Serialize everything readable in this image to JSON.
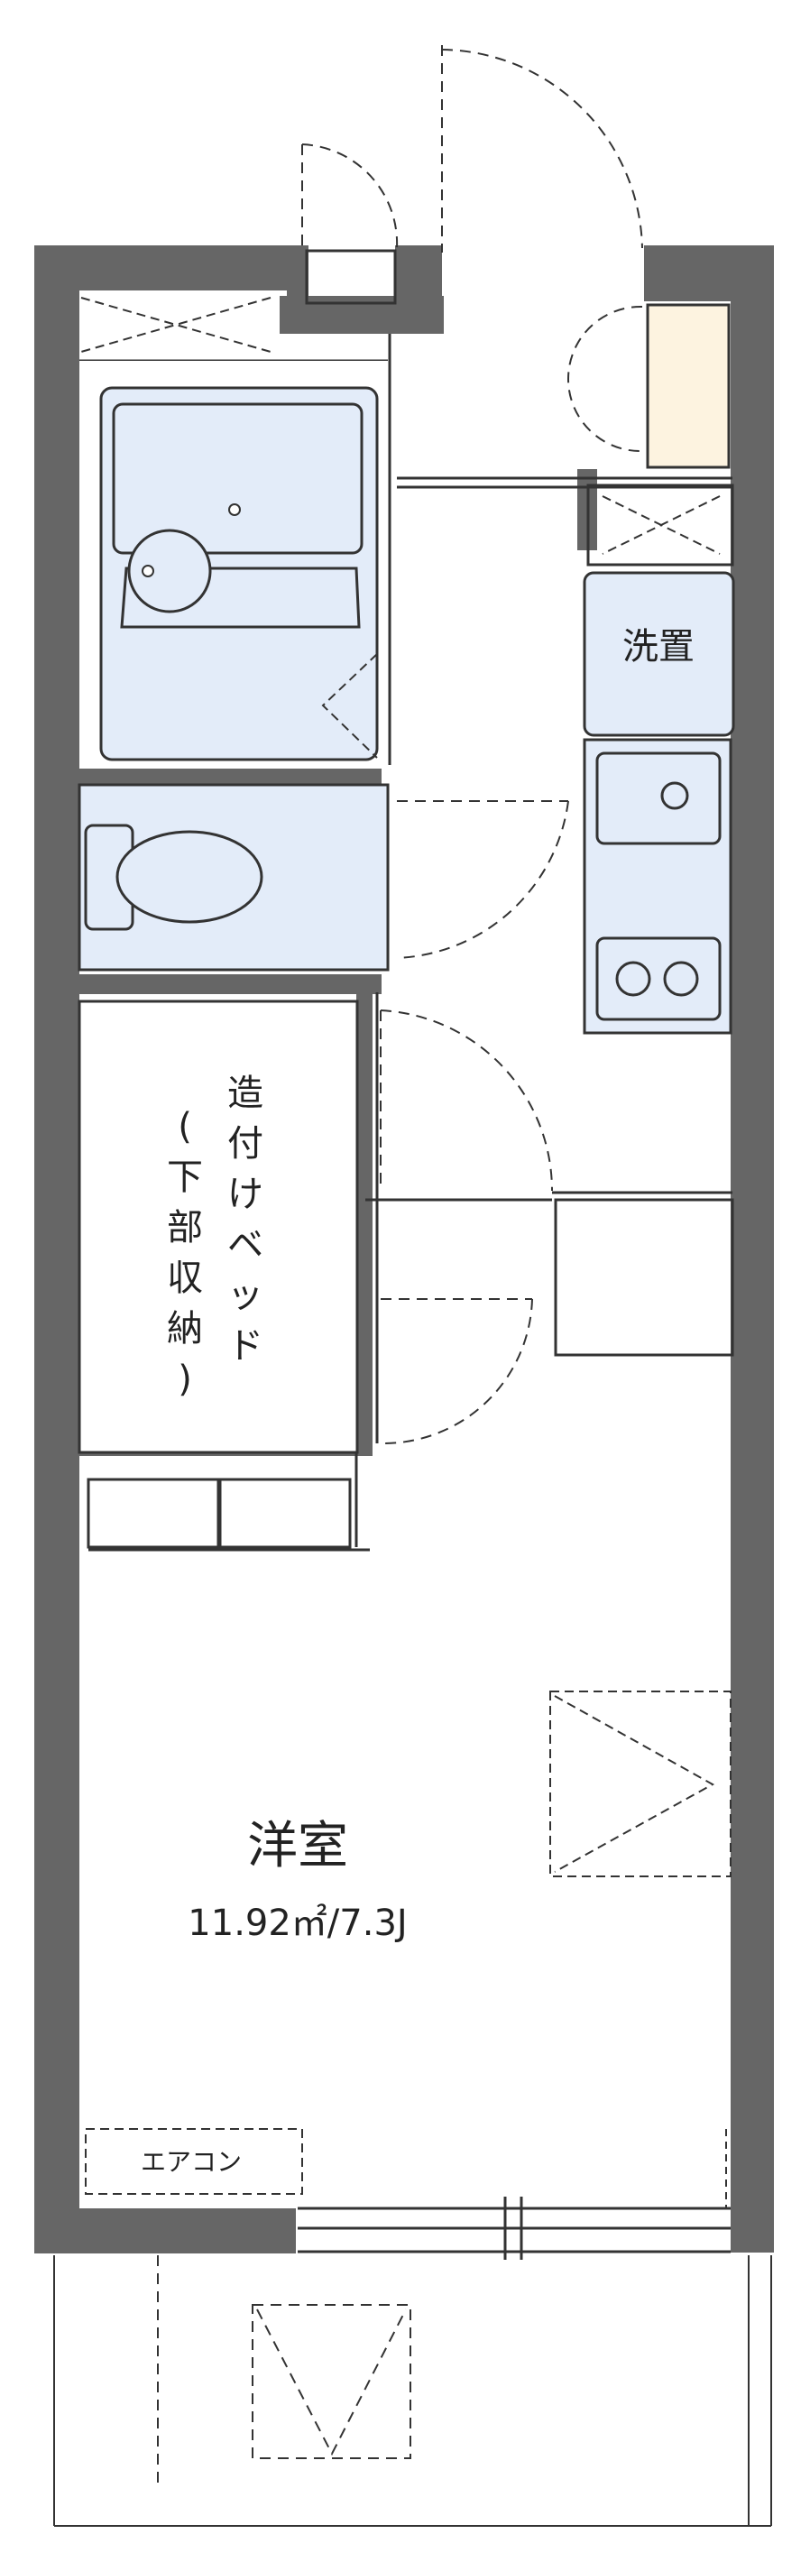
{
  "rooms": {
    "western_room": {
      "name": "洋室",
      "area": "11.92㎡/7.3J"
    },
    "bed_storage": {
      "chars": [
        "造",
        "付",
        "け",
        "ベ",
        "ッ",
        "ド",
        "(",
        "下",
        "部",
        "収",
        "納",
        ")"
      ]
    }
  },
  "fixtures": {
    "washer": "洗置",
    "aircon": "エアコン"
  },
  "colors": {
    "wall": "#666666",
    "wet_area": "#e3ecf9",
    "storage": "#fdf3e0",
    "line": "#333333"
  }
}
